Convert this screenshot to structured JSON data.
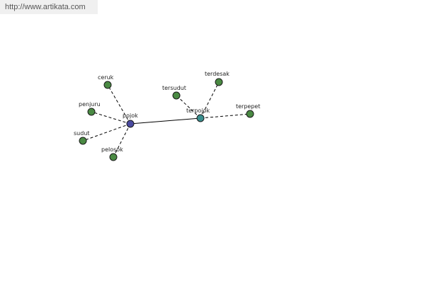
{
  "header": {
    "url": "http://www.artikata.com"
  },
  "diagram": {
    "colors": {
      "leaf_node": "#4a8a43",
      "main_node": "#4a4aa0",
      "hub_node": "#3a8f8f"
    },
    "nodes": [
      {
        "id": "pojok",
        "label": "pojok",
        "kind": "main"
      },
      {
        "id": "terpojok",
        "label": "terpojok",
        "kind": "hub"
      },
      {
        "id": "ceruk",
        "label": "ceruk",
        "kind": "leaf"
      },
      {
        "id": "penjuru",
        "label": "penjuru",
        "kind": "leaf"
      },
      {
        "id": "sudut",
        "label": "sudut",
        "kind": "leaf"
      },
      {
        "id": "pelosok",
        "label": "pelosok",
        "kind": "leaf"
      },
      {
        "id": "tersudut",
        "label": "tersudut",
        "kind": "leaf"
      },
      {
        "id": "terdesak",
        "label": "terdesak",
        "kind": "leaf"
      },
      {
        "id": "terpepet",
        "label": "terpepet",
        "kind": "leaf"
      }
    ],
    "edges": [
      {
        "from": "pojok",
        "to": "terpojok",
        "style": "solid"
      },
      {
        "from": "pojok",
        "to": "ceruk",
        "style": "dashed"
      },
      {
        "from": "pojok",
        "to": "penjuru",
        "style": "dashed"
      },
      {
        "from": "pojok",
        "to": "sudut",
        "style": "dashed"
      },
      {
        "from": "pojok",
        "to": "pelosok",
        "style": "dashed"
      },
      {
        "from": "terpojok",
        "to": "tersudut",
        "style": "dashed"
      },
      {
        "from": "terpojok",
        "to": "terdesak",
        "style": "dashed"
      },
      {
        "from": "terpojok",
        "to": "terpepet",
        "style": "dashed"
      }
    ]
  }
}
